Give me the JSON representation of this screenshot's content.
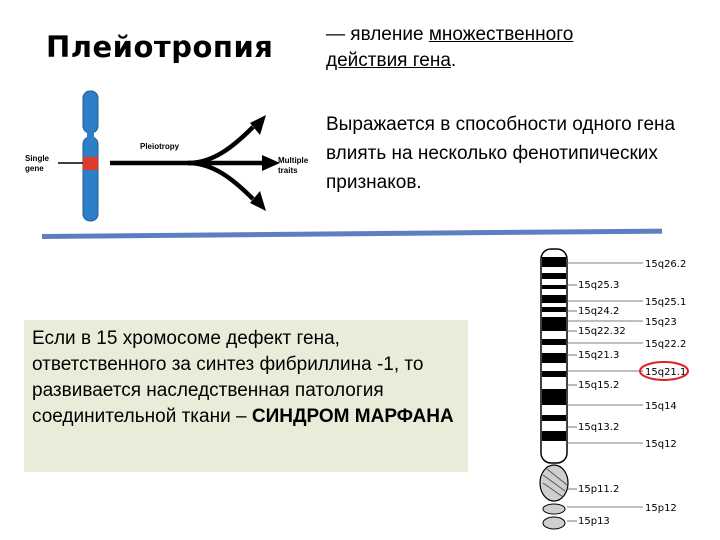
{
  "slide": {
    "title": "Плейотропия",
    "definition_prefix": "— явление ",
    "definition_underlined_1": "множественного",
    "definition_underlined_2": "действия гена",
    "definition_suffix": ".",
    "expression": "Выражается в способности одного гена влиять на несколько фенотипических признаков.",
    "syndrome_text": "Если в 15 хромосоме дефект гена, ответственного за синтез фибриллина -1, то развивается наследственная патология соединительной ткани –",
    "syndrome_name": "СИНДРОМ МАРФАНА"
  },
  "pleiotropy_diagram": {
    "single_gene_line1": "Single",
    "single_gene_line2": "gene",
    "pleiotropy_label": "Pleiotropy",
    "multiple_traits_line1": "Multiple",
    "multiple_traits_line2": "traits",
    "chromosome_color": "#2f7fc8",
    "gene_color": "#e03a2a"
  },
  "chromosome15": {
    "left_labels": [
      "15q25.3",
      "15q24.2",
      "15q22.32",
      "15q21.3",
      "15q15.2",
      "15q13.2",
      "15p11.2",
      "15p13"
    ],
    "right_labels": [
      "15q26.2",
      "15q25.1",
      "15q23",
      "15q22.2",
      "15q21.1",
      "15q14",
      "15q12",
      "15p12"
    ],
    "highlighted_band": "15q21.1",
    "highlight_color": "#e02020"
  }
}
